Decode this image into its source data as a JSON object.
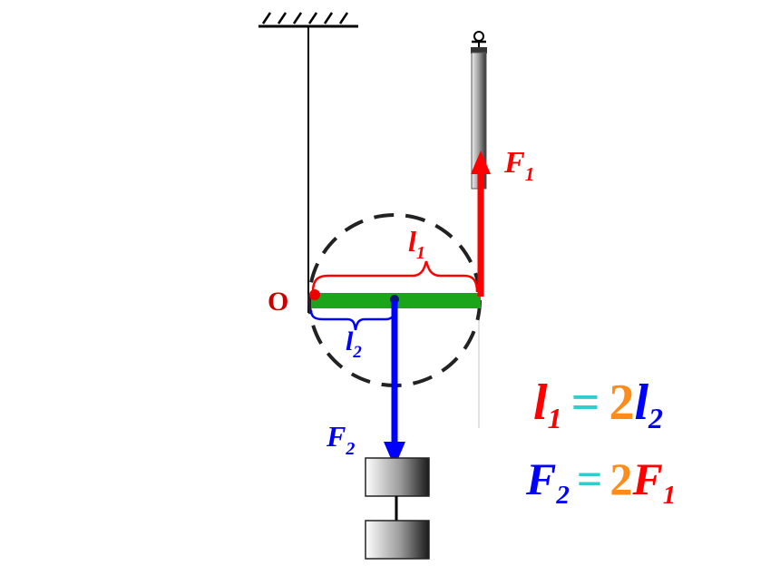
{
  "labels": {
    "pivot": "O",
    "f1_main": "F",
    "f1_sub": "1",
    "f2_main": "F",
    "f2_sub": "2",
    "l1_main": "l",
    "l1_sub": "1",
    "l2_main": "l",
    "l2_sub": "2"
  },
  "equations": {
    "eq1": {
      "lhs_main": "l",
      "lhs_sub": "1",
      "equals": "=",
      "coef": "2",
      "rhs_main": "l",
      "rhs_sub": "2"
    },
    "eq2": {
      "lhs_main": "F",
      "lhs_sub": "2",
      "equals": "=",
      "coef": "2",
      "rhs_main": "F",
      "rhs_sub": "1"
    }
  },
  "colors": {
    "force_f1": "#ff0000",
    "force_f2": "#0000ff",
    "lever": "#1aa51a",
    "equals_sign": "#33cccc",
    "coefficient": "#ff8c1a",
    "pivot_text": "#cc0000",
    "circle": "#222222"
  }
}
